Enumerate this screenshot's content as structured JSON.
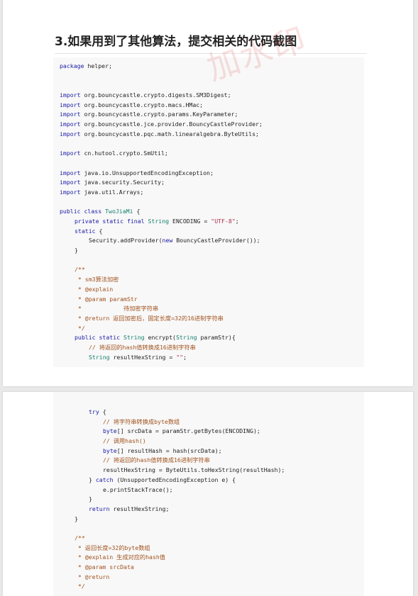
{
  "heading": "3.如果用到了其他算法，提交相关的代码截图",
  "watermark": "加水印",
  "page1": {
    "package_kw": "package",
    "package_name": " helper;",
    "imports": [
      {
        "kw": "import",
        "text": " org.bouncycastle.crypto.digests.SM3Digest;"
      },
      {
        "kw": "import",
        "text": " org.bouncycastle.crypto.macs.HMac;"
      },
      {
        "kw": "import",
        "text": " org.bouncycastle.crypto.params.KeyParameter;"
      },
      {
        "kw": "import",
        "text": " org.bouncycastle.jce.provider.BouncyCastleProvider;"
      },
      {
        "kw": "import",
        "text": " org.bouncycastle.pqc.math.linearalgebra.ByteUtils;"
      },
      {
        "kw": "import",
        "text": " cn.hutool.crypto.SmUtil;"
      },
      {
        "kw": "import",
        "text": " java.io.UnsupportedEncodingException;"
      },
      {
        "kw": "import",
        "text": " java.security.Security;"
      },
      {
        "kw": "import",
        "text": " java.util.Arrays;"
      }
    ],
    "class_decl_kw": "public class",
    "class_name": " TwoJiaMi",
    "class_open": " {",
    "field_kw": "private static final",
    "field_type": " String",
    "field_name": " ENCODING = ",
    "field_value": "\"UTF-8\"",
    "field_end": ";",
    "static_kw": "static",
    "static_open": " {",
    "add_provider_pre": "Security.addProvider(",
    "add_provider_new": "new",
    "add_provider_post": " BouncyCastleProvider());",
    "static_close": "}",
    "doc": [
      "/**",
      " * sm3算法加密",
      " * @explain",
      " * @param paramStr",
      " *            待加密字符串",
      " * @return 返回加密后，固定长度=32的16进制字符串",
      " */"
    ],
    "method_kw": "public static",
    "method_type": " String",
    "method_name": " encrypt(",
    "method_param_type": "String",
    "method_param_rest": " paramStr){",
    "comment_hash": "// 将返回的hash值转换成16进制字符串",
    "result_type": "String",
    "result_rest": " resultHexString = ",
    "result_value": "\"\"",
    "result_end": ";"
  },
  "page2": {
    "try_kw": "try",
    "try_open": " {",
    "c1": "// 将字符串转换成byte数组",
    "l1_type": "byte",
    "l1_rest": "[] srcData = paramStr.getBytes(ENCODING);",
    "c2": "// 调用hash()",
    "l2_type": "byte",
    "l2_rest": "[] resultHash = hash(srcData);",
    "c3": "// 将返回的hash值转换成16进制字符串",
    "l3": "resultHexString = ByteUtils.toHexString(resultHash);",
    "catch_pre": "} ",
    "catch_kw": "catch",
    "catch_rest": " (UnsupportedEncodingException e) {",
    "print": "e.printStackTrace();",
    "close_catch": "}",
    "return_kw": "return",
    "return_rest": " resultHexString;",
    "close_method": "}",
    "doc": [
      "/**",
      " * 返回长度=32的byte数组",
      " * @explain 生成对应的hash值",
      " * @param srcData",
      " * @return",
      " */"
    ]
  }
}
